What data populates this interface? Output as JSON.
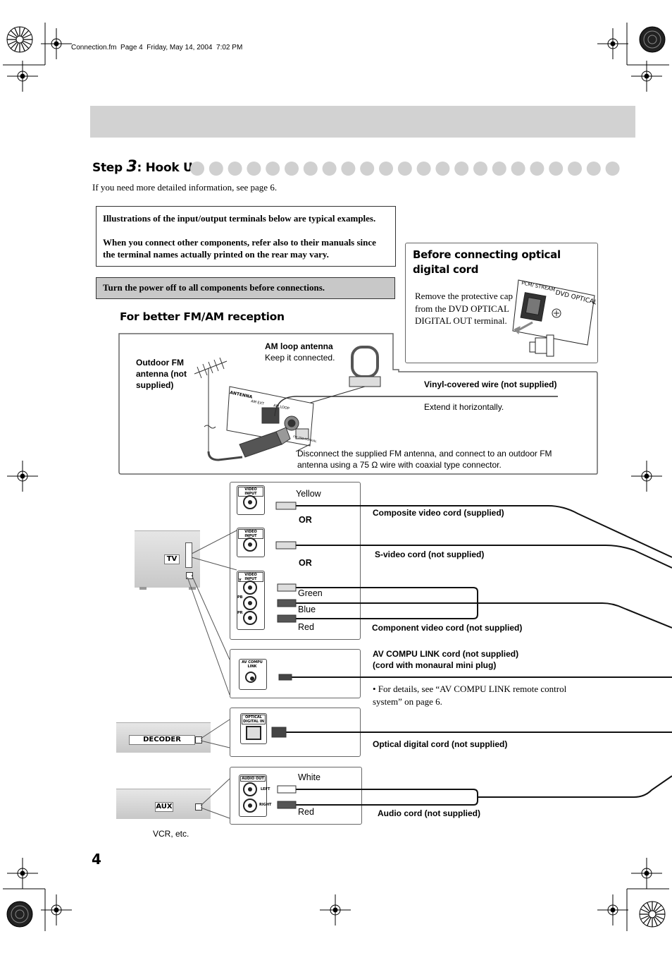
{
  "page_header": "Connection.fm  Page 4  Friday, May 14, 2004  7:02 PM",
  "step": {
    "prefix": "Step ",
    "number": "3",
    "suffix": ": Hook Up"
  },
  "intro": "If you need more detailed information, see page 6.",
  "note_box": {
    "line1": "Illustrations of the input/output terminals below are typical examples.",
    "line2": "When you connect other components, refer also to their manuals since the terminal names actually printed on the rear may vary."
  },
  "power_note": "Turn the power off to all components before connections.",
  "fm_am_heading": "For better FM/AM reception",
  "optical_box": {
    "title": "Before connecting optical digital cord",
    "text": "Remove the protective cap from the DVD OPTICAL DIGITAL OUT terminal.",
    "terminal_label": "DVD OPTICAL DIGITAL OUT",
    "pcm_label": "PCM/ STREAM"
  },
  "antenna": {
    "outdoor_fm": "Outdoor FM antenna (not supplied)",
    "am_loop_title": "AM loop antenna",
    "am_loop_note": "Keep it connected.",
    "vinyl_wire": "Vinyl-covered wire (not supplied)",
    "extend": "Extend it horizontally.",
    "disconnect_note": "Disconnect the supplied FM antenna, and connect to an outdoor FM antenna using a 75 Ω wire with coaxial type connector.",
    "panel_label_antenna": "ANTENNA",
    "panel_label_am_ext": "AM EXT",
    "panel_label_am_loop": "AM LOOP",
    "panel_label_fm": "FM 75Ω COAXIAL"
  },
  "devices": {
    "tv": "TV",
    "decoder": "DECODER",
    "aux": "AUX",
    "vcr_note": "VCR, etc."
  },
  "jack_labels": {
    "video_input": "VIDEO INPUT",
    "s_video_input": "VIDEO INPUT",
    "component_input": "VIDEO INPUT",
    "av_compu_link": "AV COMPU LINK",
    "optical_in": "OPTICAL DIGITAL IN",
    "audio_out": "AUDIO OUT",
    "left": "LEFT",
    "right": "RIGHT",
    "y": "Y",
    "pb": "PB",
    "pr": "PR"
  },
  "colors": {
    "yellow": "Yellow",
    "green": "Green",
    "blue": "Blue",
    "red": "Red",
    "white": "White",
    "red2": "Red",
    "or1": "OR",
    "or2": "OR"
  },
  "cords": {
    "composite": "Composite video cord (supplied)",
    "svideo": "S-video cord (not supplied)",
    "component": "Component video cord (not supplied)",
    "av_compu_1": "AV COMPU LINK cord (not supplied)",
    "av_compu_2": "(cord with monaural mini plug)",
    "av_details": "• For details, see “AV COMPU LINK remote control system” on page 6.",
    "optical": "Optical digital cord (not supplied)",
    "audio": "Audio cord (not supplied)"
  },
  "page_number": "4"
}
